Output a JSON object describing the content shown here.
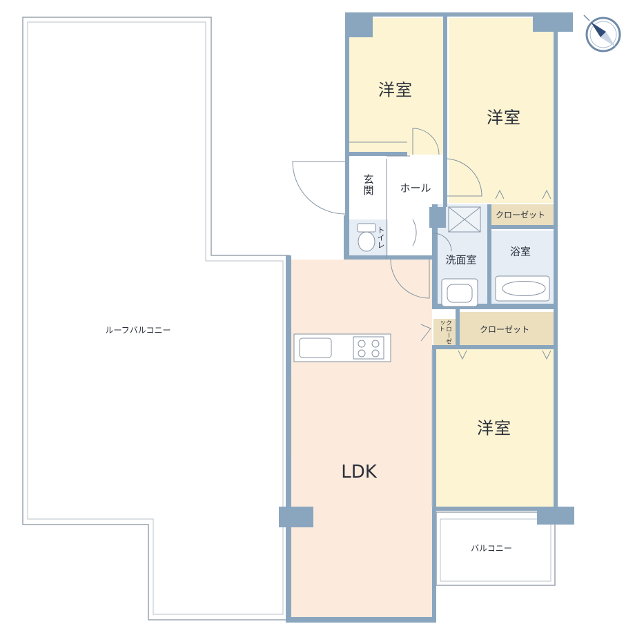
{
  "rooms": {
    "western_room_top_left": "洋室",
    "western_room_top_right": "洋室",
    "western_room_bottom_right": "洋室",
    "entrance": "玄関",
    "hall": "ホール",
    "toilet": "トイレ",
    "washroom": "洗面室",
    "bathroom": "浴室",
    "closet_upper": "クローゼット",
    "closet_lower": "クローゼット",
    "closet_small": "クローゼット",
    "ldk": "LDK",
    "roof_balcony": "ルーフバルコニー",
    "balcony": "バルコニー"
  },
  "colors": {
    "wall": "#8aa6bf",
    "outline": "#9aa3ad",
    "western": "#fcf4d3",
    "ldk": "#fcebdc",
    "closet": "#ecdfbe",
    "water": "#e6edf5",
    "fixture_line": "#8592a2",
    "text": "#2b2f3a"
  },
  "compass": {
    "icon": "compass-north-icon"
  }
}
